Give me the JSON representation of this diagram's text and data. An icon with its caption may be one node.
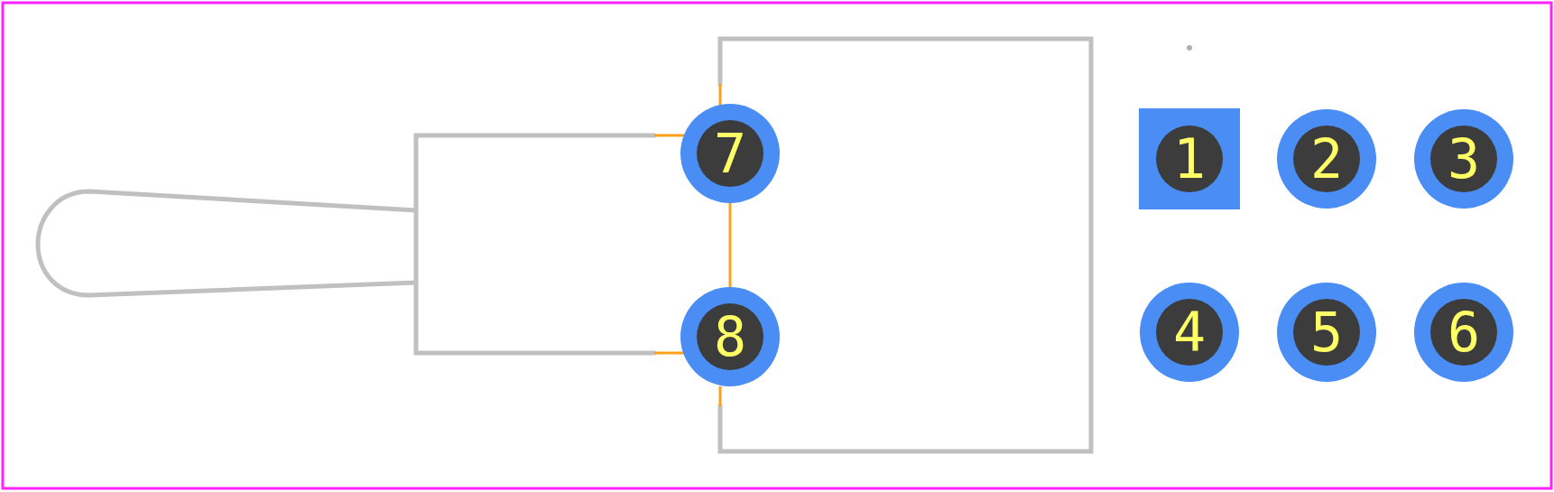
{
  "diagram": {
    "nodes": [
      {
        "text": [
          "7"
        ]
      },
      {
        "text": [
          "1"
        ]
      },
      {
        "text": [
          "2"
        ]
      },
      {
        "text": [
          "3"
        ]
      },
      {
        "text": [
          "8"
        ]
      },
      {
        "text": [
          "4"
        ]
      },
      {
        "text": [
          "5"
        ]
      },
      {
        "text": [
          "6"
        ]
      }
    ],
    "edges": [
      {
        "from": 0,
        "to": 4,
        "arrow": "none"
      }
    ]
  }
}
